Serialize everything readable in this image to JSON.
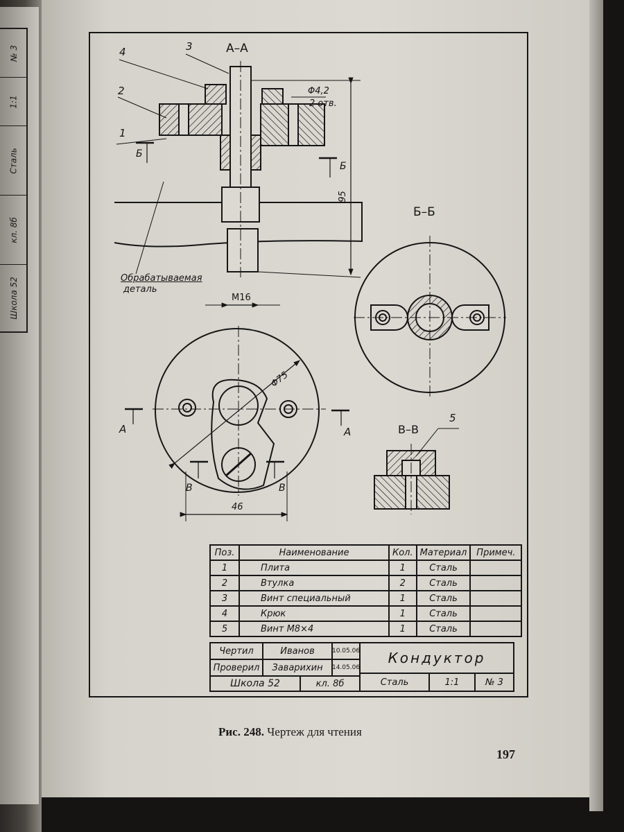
{
  "prev_page": {
    "cells": [
      "№ 3",
      "1:1",
      "Сталь",
      "кл. 8б",
      "Школа 52"
    ]
  },
  "drawing": {
    "section_aa": "А–А",
    "section_bb": "Б–Б",
    "section_vv": "В–В",
    "callouts": [
      "1",
      "2",
      "3",
      "4",
      "5"
    ],
    "cut_a": "А",
    "cut_b": "Б",
    "cut_v": "В",
    "dim_hole": "Φ4,2",
    "dim_holes_count": "2 отв.",
    "dim_height": "95",
    "dim_thread": "М16",
    "dim_diameter": "Φ75",
    "dim_width": "46",
    "workpiece_label_1": "Обрабатываемая",
    "workpiece_label_2": "деталь"
  },
  "spec_table": {
    "headers": {
      "pos": "Поз.",
      "name": "Наименование",
      "qty": "Кол.",
      "material": "Материал",
      "note": "Примеч."
    },
    "rows": [
      {
        "pos": "1",
        "name": "Плита",
        "qty": "1",
        "material": "Сталь",
        "note": ""
      },
      {
        "pos": "2",
        "name": "Втулка",
        "qty": "2",
        "material": "Сталь",
        "note": ""
      },
      {
        "pos": "3",
        "name": "Винт специальный",
        "qty": "1",
        "material": "Сталь",
        "note": ""
      },
      {
        "pos": "4",
        "name": "Крюк",
        "qty": "1",
        "material": "Сталь",
        "note": ""
      },
      {
        "pos": "5",
        "name": "Винт М8×4",
        "qty": "1",
        "material": "Сталь",
        "note": ""
      }
    ]
  },
  "title_block": {
    "drew_label": "Чертил",
    "drew_name": "Иванов",
    "drew_date": "10.05.06",
    "checked_label": "Проверил",
    "checked_name": "Заварихин",
    "checked_date": "14.05.06",
    "school": "Школа 52",
    "class": "кл. 8б",
    "title": "Кондуктор",
    "material": "Сталь",
    "scale": "1:1",
    "number": "№ 3"
  },
  "caption": {
    "fig": "Рис. 248.",
    "text": "Чертеж для чтения"
  },
  "page_number": "197"
}
